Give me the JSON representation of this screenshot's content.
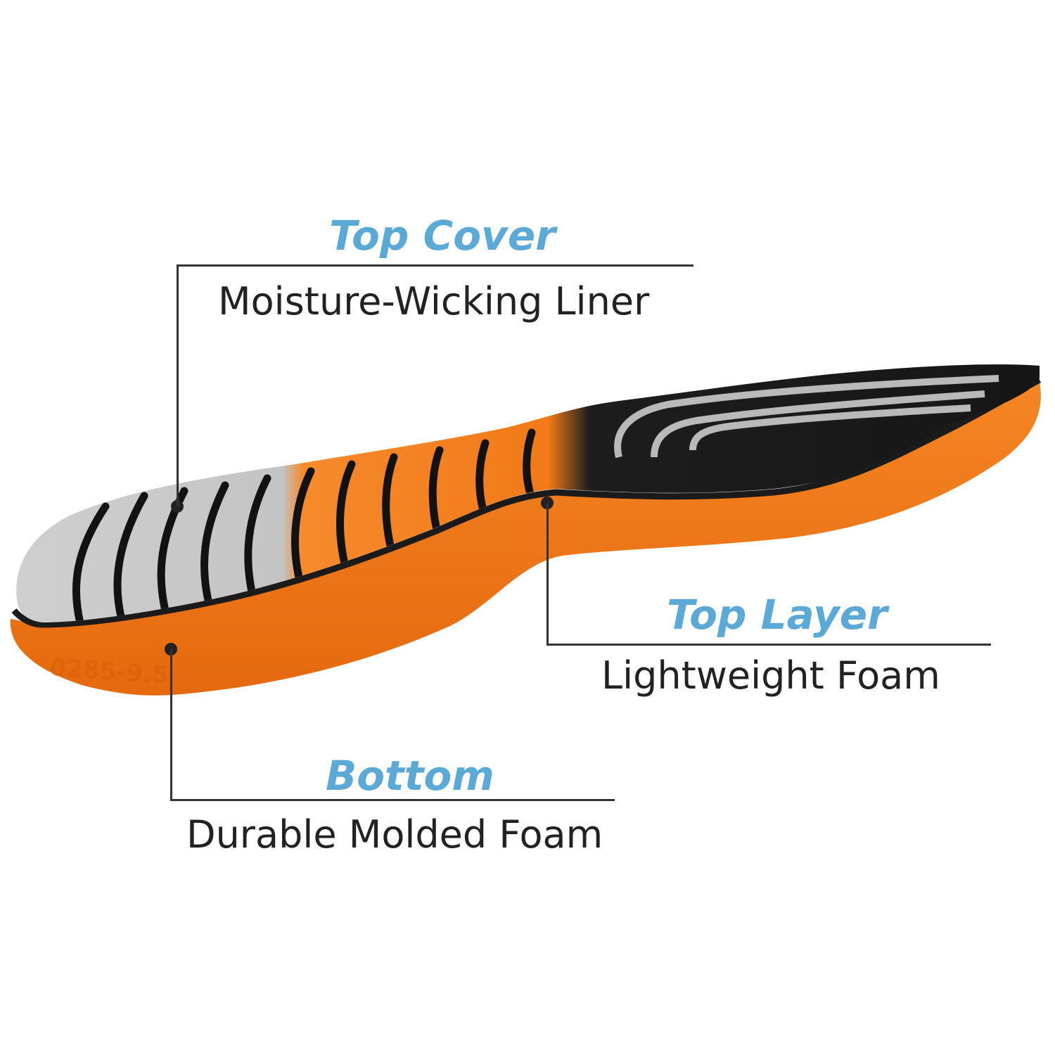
{
  "colors": {
    "accent": "#5aa9d6",
    "text": "#222222",
    "orange": "#f07a1c",
    "black": "#1b1b1b",
    "grey": "#c9c9c9"
  },
  "callouts": {
    "top_cover": {
      "title": "Top Cover",
      "subtitle": "Moisture-Wicking Liner"
    },
    "top_layer": {
      "title": "Top Layer",
      "subtitle": "Lightweight Foam"
    },
    "bottom": {
      "title": "Bottom",
      "subtitle": "Durable Molded Foam"
    }
  },
  "insole": {
    "imprint": "0285-9.5"
  }
}
